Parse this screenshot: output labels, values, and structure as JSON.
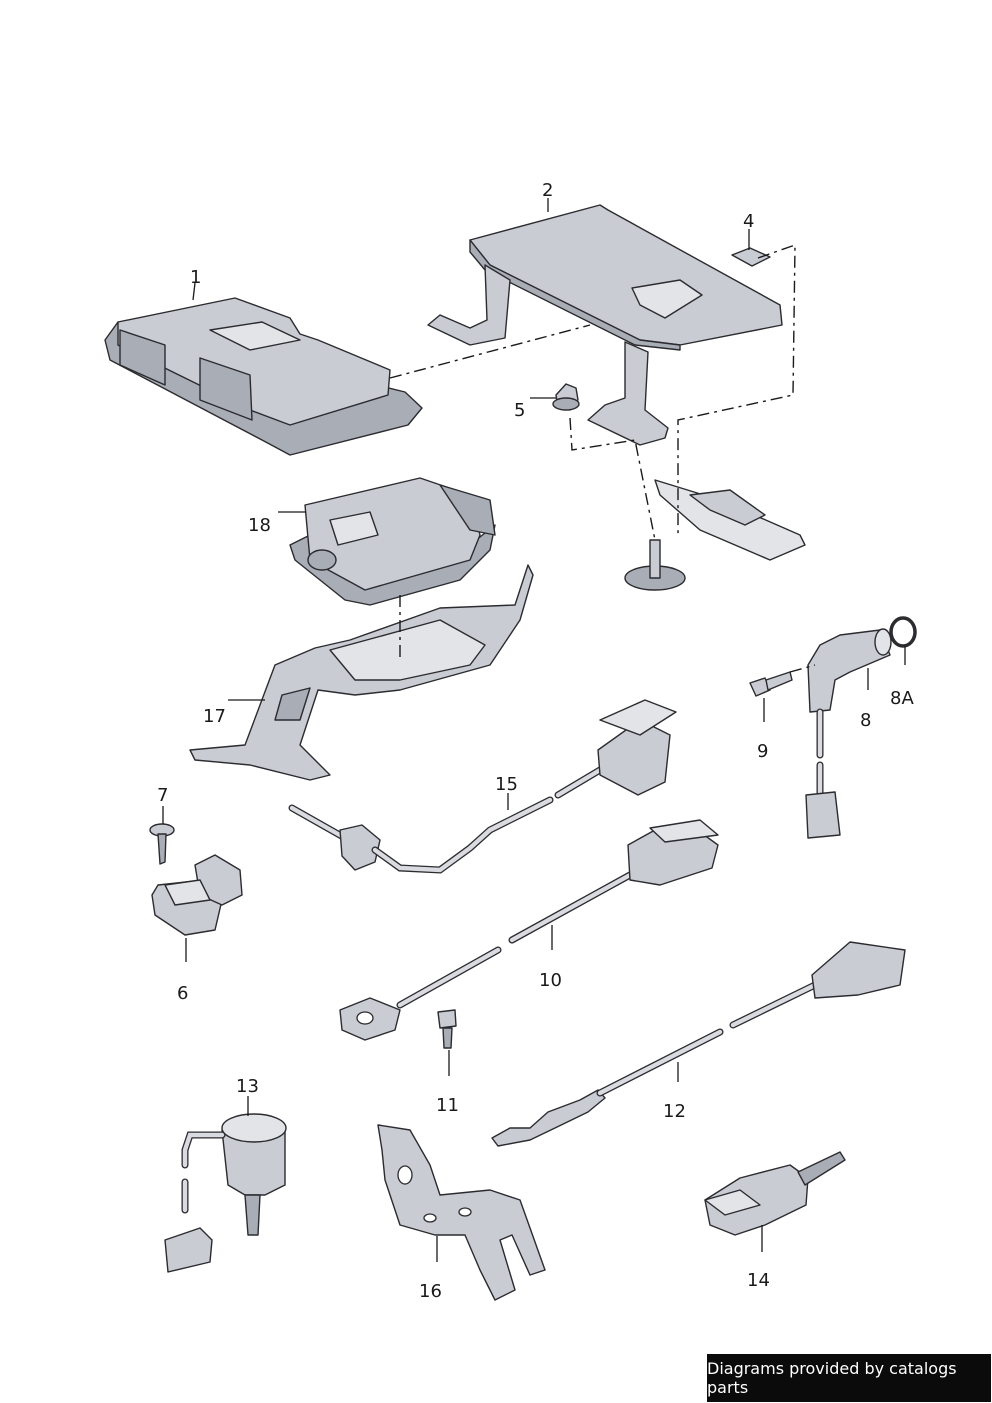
{
  "callouts": [
    "1",
    "2",
    "4",
    "5",
    "18",
    "17",
    "8A",
    "8",
    "9",
    "15",
    "7",
    "6",
    "10",
    "11",
    "12",
    "13",
    "16",
    "14"
  ],
  "credit": "Diagrams provided by catalogs parts",
  "colors": {
    "part_fill": "#c9ccd3",
    "outline": "#2b2b30",
    "banner": "#0b0b0b"
  }
}
